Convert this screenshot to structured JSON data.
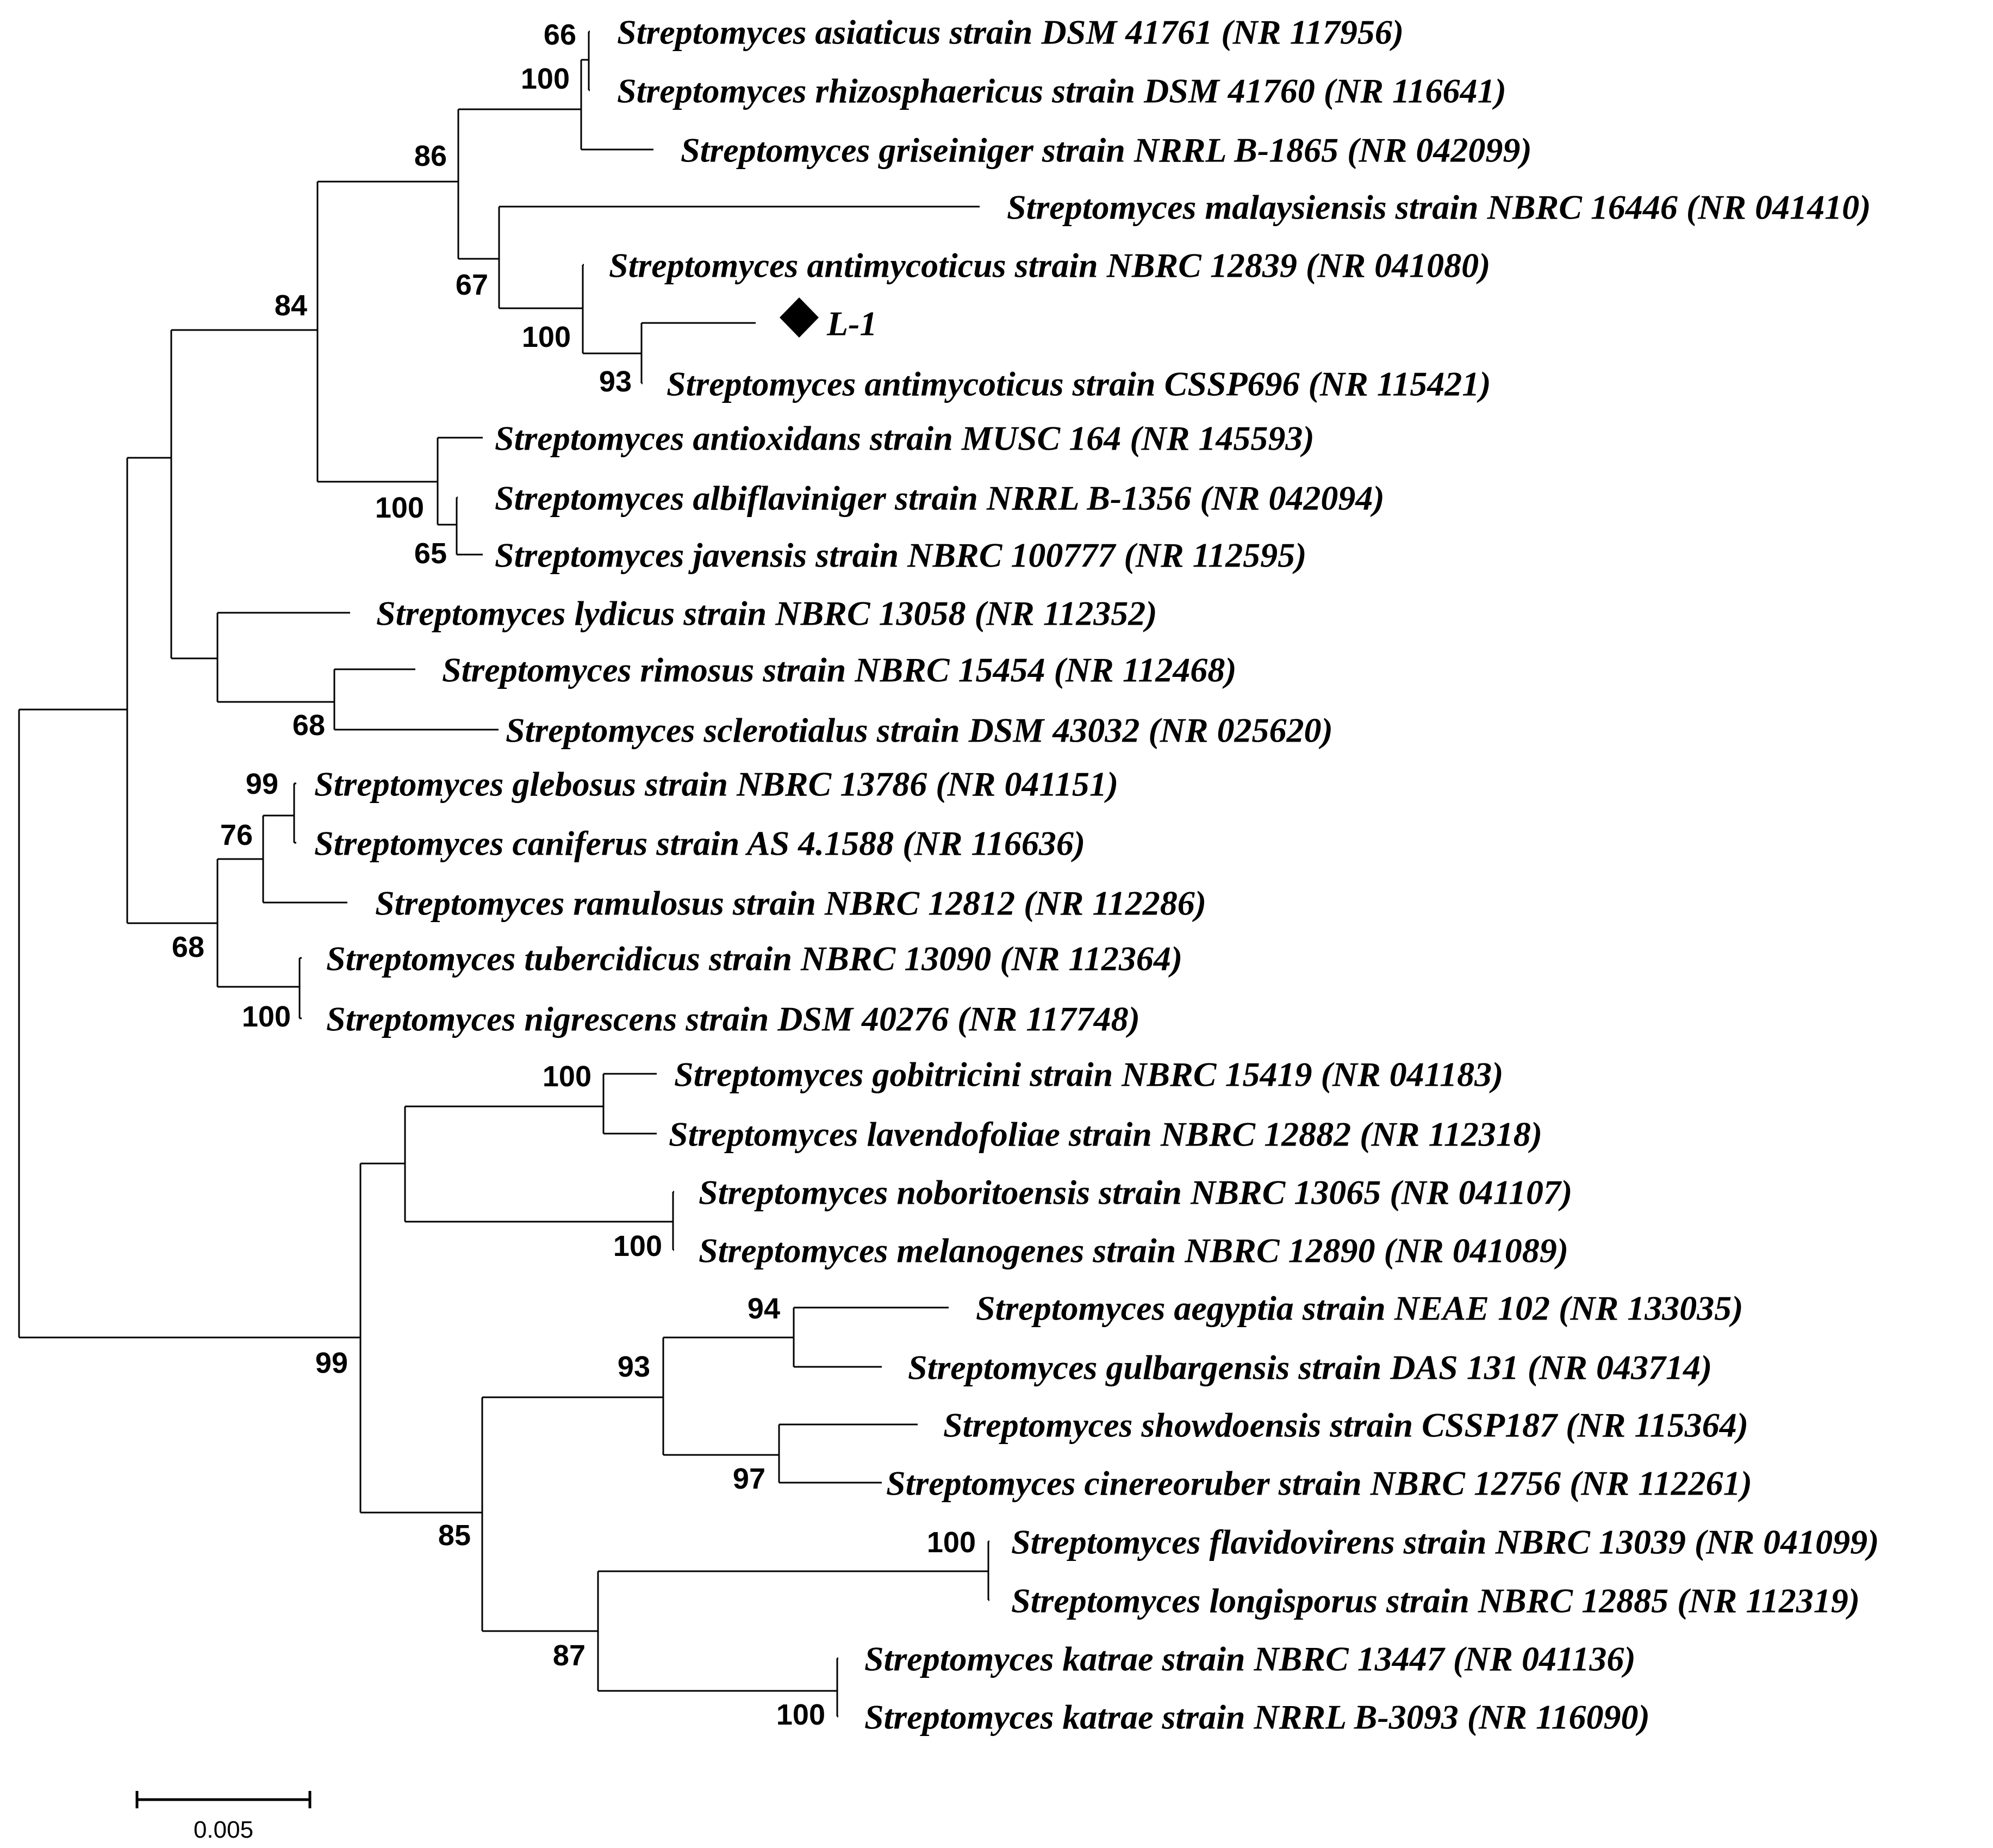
{
  "tree": {
    "leaves": [
      {
        "id": "asiaticus",
        "label": "Streptomyces asiaticus strain DSM 41761 (NR 117956)"
      },
      {
        "id": "rhizosphaericus",
        "label": "Streptomyces rhizosphaericus strain DSM 41760 (NR 116641)"
      },
      {
        "id": "griseiniger",
        "label": "Streptomyces griseiniger strain NRRL B-1865 (NR 042099)"
      },
      {
        "id": "malaysiensis",
        "label": "Streptomyces malaysiensis strain NBRC 16446 (NR 041410)"
      },
      {
        "id": "antimycoticus1",
        "label": "Streptomyces antimycoticus strain NBRC 12839 (NR 041080)"
      },
      {
        "id": "L1",
        "label": "L-1",
        "marker": "filled-diamond"
      },
      {
        "id": "antimycoticus2",
        "label": "Streptomyces antimycoticus strain CSSP696 (NR 115421)"
      },
      {
        "id": "antioxidans",
        "label": "Streptomyces antioxidans strain MUSC 164 (NR 145593)"
      },
      {
        "id": "albiflaviniger",
        "label": "Streptomyces albiflaviniger strain NRRL B-1356 (NR 042094)"
      },
      {
        "id": "javensis",
        "label": "Streptomyces javensis strain NBRC 100777 (NR 112595)"
      },
      {
        "id": "lydicus",
        "label": "Streptomyces lydicus strain NBRC 13058 (NR 112352)"
      },
      {
        "id": "rimosus",
        "label": "Streptomyces rimosus strain NBRC 15454 (NR 112468)"
      },
      {
        "id": "sclerotialus",
        "label": "Streptomyces sclerotialus strain DSM 43032 (NR 025620)"
      },
      {
        "id": "glebosus",
        "label": "Streptomyces glebosus strain NBRC 13786 (NR 041151)"
      },
      {
        "id": "caniferus",
        "label": "Streptomyces caniferus strain AS 4.1588 (NR 116636)"
      },
      {
        "id": "ramulosus",
        "label": "Streptomyces ramulosus strain NBRC 12812 (NR 112286)"
      },
      {
        "id": "tubercidicus",
        "label": "Streptomyces tubercidicus strain NBRC 13090 (NR 112364)"
      },
      {
        "id": "nigrescens",
        "label": "Streptomyces nigrescens strain DSM 40276 (NR 117748)"
      },
      {
        "id": "gobitricini",
        "label": "Streptomyces gobitricini strain NBRC 15419 (NR 041183)"
      },
      {
        "id": "lavendofoliae",
        "label": "Streptomyces lavendofoliae strain NBRC 12882 (NR 112318)"
      },
      {
        "id": "noboritoensis",
        "label": "Streptomyces noboritoensis strain NBRC 13065 (NR 041107)"
      },
      {
        "id": "melanogenes",
        "label": "Streptomyces melanogenes strain NBRC 12890 (NR 041089)"
      },
      {
        "id": "aegyptia",
        "label": "Streptomyces aegyptia strain NEAE 102 (NR 133035)"
      },
      {
        "id": "gulbargensis",
        "label": "Streptomyces gulbargensis strain DAS 131 (NR 043714)"
      },
      {
        "id": "showdoensis",
        "label": "Streptomyces showdoensis strain CSSP187 (NR 115364)"
      },
      {
        "id": "cinereoruber",
        "label": "Streptomyces cinereoruber strain NBRC 12756 (NR 112261)"
      },
      {
        "id": "flavidovirens",
        "label": "Streptomyces flavidovirens strain NBRC 13039 (NR 041099)"
      },
      {
        "id": "longisporus",
        "label": "Streptomyces longisporus strain NBRC 12885 (NR 112319)"
      },
      {
        "id": "katrae1",
        "label": "Streptomyces katrae strain NBRC 13447 (NR 041136)"
      },
      {
        "id": "katrae2",
        "label": "Streptomyces katrae strain NRRL B-3093 (NR 116090)"
      }
    ],
    "bootstrap": {
      "asia_rhizo": "66",
      "asia_grisei": "100",
      "clade_86": "86",
      "mala_clade": "67",
      "anti_clade": "100",
      "L1_anti2": "93",
      "upper_84": "84",
      "antiox_clade": "100",
      "albi_jav": "65",
      "rimo_scler": "68",
      "gleb_can": "99",
      "gleb_ram": "76",
      "lower_68": "68",
      "tub_nig": "100",
      "gob_lav": "100",
      "nob_mel": "100",
      "big_99": "99",
      "aeg_gul": "94",
      "clade_93": "93",
      "show_cin": "97",
      "clade_85": "85",
      "flav_long": "100",
      "clade_87": "87",
      "katrae": "100"
    }
  },
  "scale_bar": {
    "label": "0.005"
  }
}
